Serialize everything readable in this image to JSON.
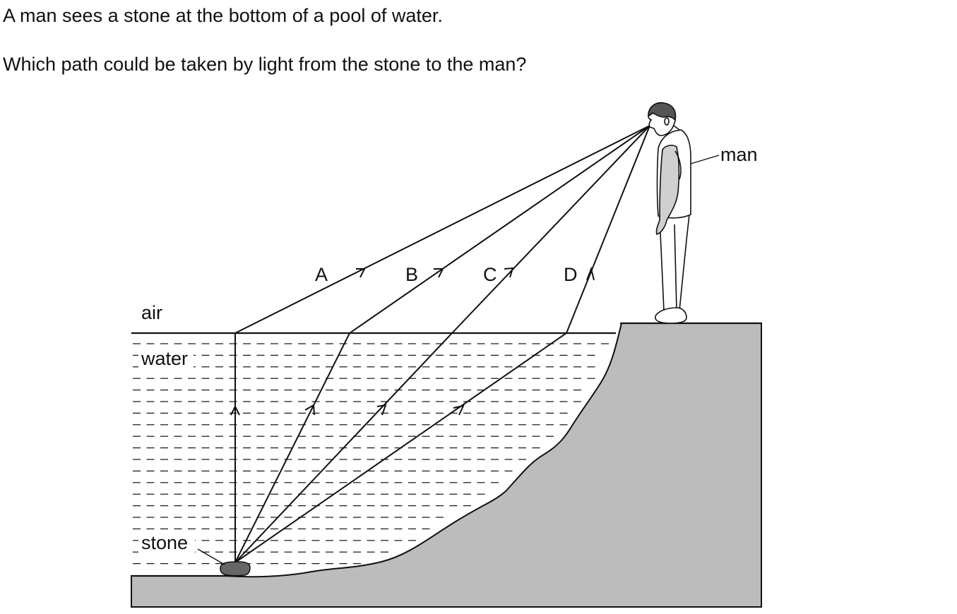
{
  "question": {
    "line1": "A man sees a stone at the bottom of a pool of water.",
    "line2": "Which path could be taken by light from the stone to the man?"
  },
  "diagram": {
    "labels": {
      "air": "air",
      "water": "water",
      "stone": "stone",
      "man": "man"
    },
    "paths": [
      {
        "id": "A",
        "label": "A"
      },
      {
        "id": "B",
        "label": "B"
      },
      {
        "id": "C",
        "label": "C"
      },
      {
        "id": "D",
        "label": "D"
      }
    ],
    "colors": {
      "ground": "#bcbcbc",
      "stone": "#666666",
      "line": "#111111"
    }
  }
}
